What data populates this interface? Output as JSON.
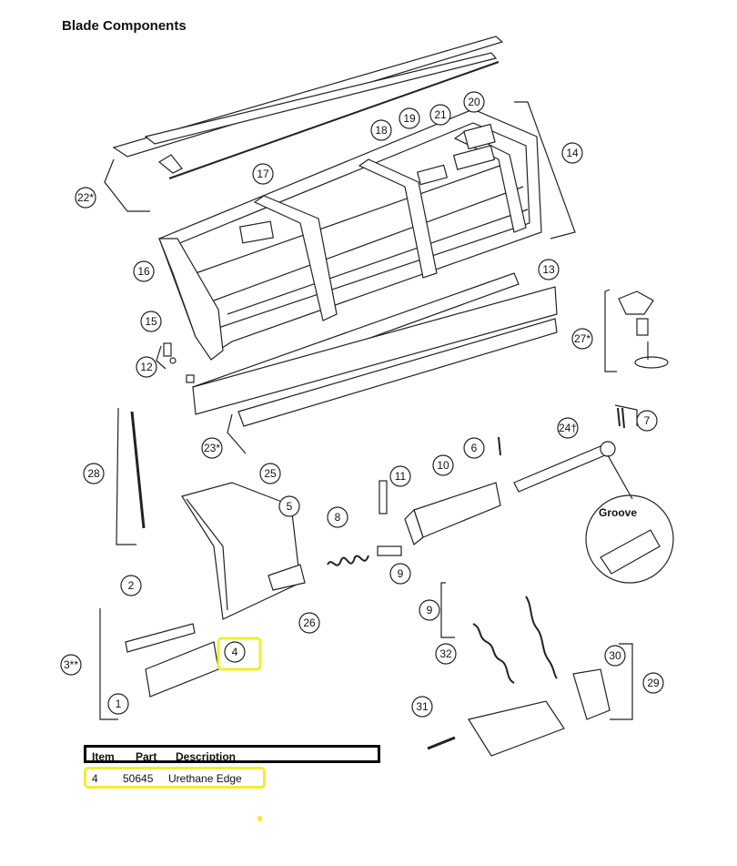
{
  "title": "Blade Components",
  "groove_label": "Groove",
  "callouts": [
    "22*",
    "14",
    "20",
    "21",
    "19",
    "18",
    "17",
    "16",
    "13",
    "15",
    "27*",
    "12",
    "7",
    "23*",
    "24†",
    "6",
    "28",
    "25",
    "11",
    "10",
    "5",
    "8",
    "9",
    "2",
    "9",
    "3**",
    "4",
    "32",
    "30",
    "26",
    "29",
    "1",
    "31"
  ],
  "highlight_color": "#f2ec32",
  "table": {
    "headers": [
      "Item",
      "Part",
      "Description"
    ],
    "rows": [
      {
        "item": "4",
        "part": "50645",
        "description": "Urethane Edge"
      }
    ]
  }
}
